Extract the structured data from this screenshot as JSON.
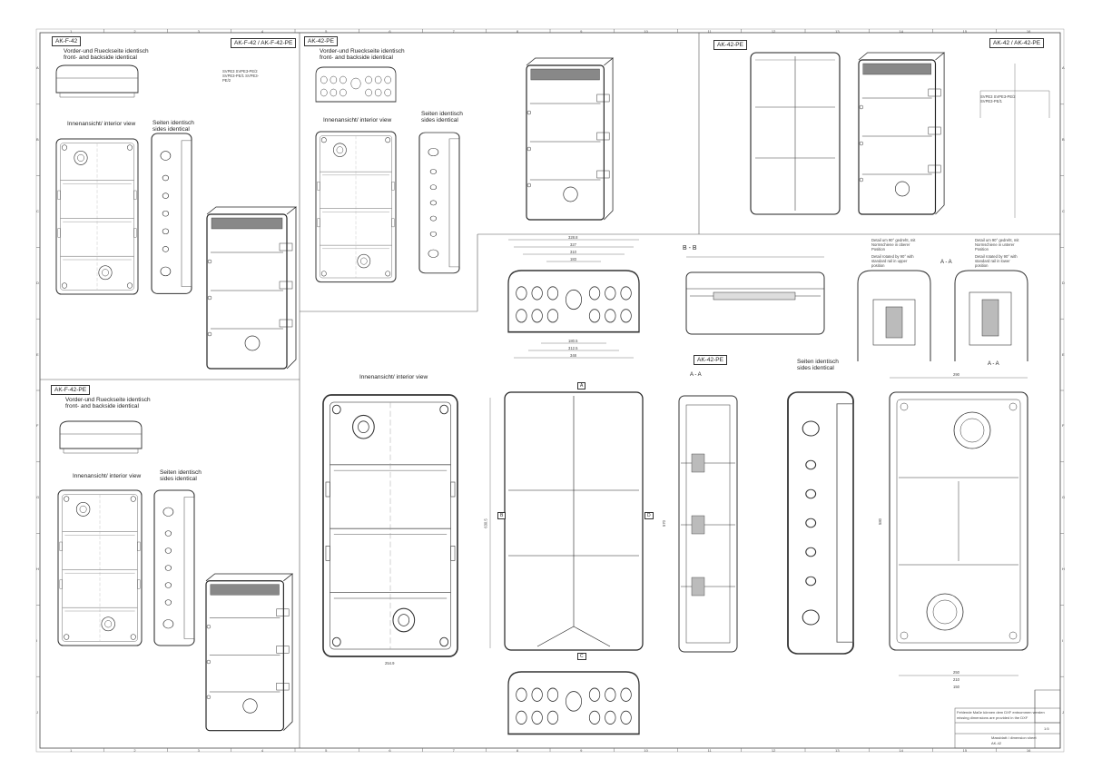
{
  "sheet": {
    "col_numbers": [
      "1",
      "2",
      "3",
      "4",
      "5",
      "6",
      "7",
      "8",
      "9",
      "10",
      "11",
      "12",
      "13",
      "14",
      "15",
      "16"
    ],
    "row_letters": [
      "A",
      "B",
      "C",
      "D",
      "E",
      "F",
      "G",
      "H",
      "I",
      "J"
    ]
  },
  "panel_akf42": {
    "tag": "AK-F-42",
    "tag_right": "AK-F-42  /  AK-F-42-PE",
    "front_back_de": "Vorder-und Rueckseite identisch",
    "front_back_en": "front- and backside identical",
    "interior_view": "Innenansicht/  interior view",
    "sides_de": "Seiten identisch",
    "sides_en": "sides identical",
    "ref_box": "SVPE3 SVPE3-PE/2 SVPE3-PE/1 SVPE3-PE/2"
  },
  "panel_ak42pe_top": {
    "tag": "AK-42-PE",
    "front_back_de": "Vorder-und Rueckseite identisch",
    "front_back_en": "front- and backside identical",
    "interior_view": "Innenansicht/  interior view",
    "sides_de": "Seiten identisch",
    "sides_en": "sides identical"
  },
  "panel_ak42_right": {
    "tag": "AK-42-PE",
    "tag_right": "AK-42  /  AK-42-PE",
    "ref_box": "SVPE3 SVPE3-PE/2 SVPE3-PE/1"
  },
  "panel_akf42pe_bottom": {
    "tag": "AK-F-42-PE",
    "front_back_de": "Vorder-und Rueckseite identisch",
    "front_back_en": "front- and backside identical",
    "interior_view": "Innenansicht/  interior view",
    "sides_de": "Seiten identisch",
    "sides_en": "sides identical"
  },
  "main": {
    "interior_view": "Innenansicht/  interior view",
    "tag": "AK-42-PE",
    "sides_de": "Seiten identisch",
    "sides_en": "sides identical",
    "section_bb": "B - B",
    "section_aa_1": "A - A",
    "section_aa_2": "A - A",
    "section_aa_3": "A - A",
    "marker_a": "A",
    "marker_b": "B",
    "marker_c": "C",
    "marker_d": "D",
    "detail_1_de": "Detail um 90° gedreht, mit Normschiene in oberer Position",
    "detail_1_en": "Detail rotated by 90° with standard rail in upper position",
    "detail_2_de": "Detail um 90° gedreht, mit Normschiene in unterer Position",
    "detail_2_en": "Detail rotated by 90° with standard rail in lower position"
  },
  "dimensions": {
    "top_w1": "328.8",
    "top_w2": "327",
    "top_w3": "310",
    "top_w4": "183",
    "bottom_w1": "180.5",
    "bottom_w2": "312.5",
    "bottom_w3": "348",
    "h_total": "630.5",
    "h_inner": "570",
    "interior_w": "254.9",
    "plan_w1": "290",
    "plan_w2": "250",
    "plan_w3": "210",
    "plan_w4": "150",
    "plan_h": "580"
  },
  "title_block": {
    "note_de": "Fehlende Maße können dem DXF entnommen werden",
    "note_en": "missing dimensions are provided in the DXF",
    "doc_title": "Massblatt / dimension sheet",
    "doc_number": "AK-42",
    "rev": "1:5"
  }
}
